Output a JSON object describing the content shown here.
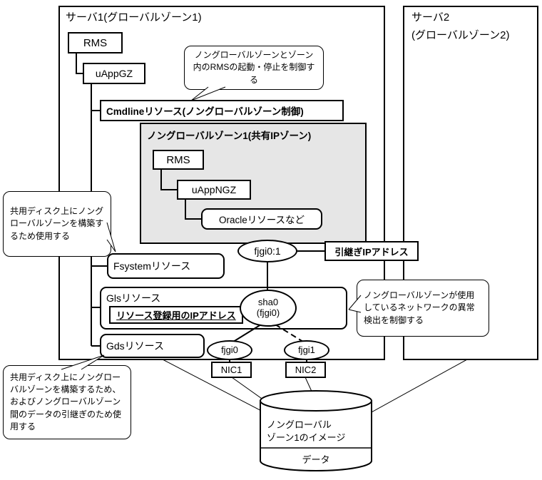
{
  "server1": {
    "title": "サーバ1(グローバルゾーン1)",
    "rms_label": "RMS",
    "uappgz_label": "uAppGZ",
    "cmdline_label": "Cmdlineリソース(ノングローバルゾーン制御)",
    "fsystem_label": "Fsystemリソース",
    "gls_label": "Glsリソース",
    "gls_ip_label": "リソース登録用のIPアドレス",
    "gds_label": "Gdsリソース"
  },
  "nonglobal_zone": {
    "title": "ノングローバルゾーン1(共有IPゾーン)",
    "rms_label": "RMS",
    "uappngz_label": "uAppNGZ",
    "oracle_label": "Oracleリソースなど"
  },
  "server2": {
    "title_line1": "サーバ2",
    "title_line2": "(グローバルゾーン2)"
  },
  "network": {
    "virtual_if_label": "fjgi0:1",
    "takeover_ip_label": "引継ぎIPアドレス",
    "sha0_label": "sha0",
    "sha0_sub_label": "(fjgi0)",
    "fjgi0_label": "fjgi0",
    "fjgi1_label": "fjgi1",
    "nic1_label": "NIC1",
    "nic2_label": "NIC2"
  },
  "callouts": {
    "cmdline_note": "ノングローバルゾーンとゾーン内のRMSの起動・停止を制御する",
    "fsystem_note": "共用ディスク上にノングローバルゾーンを構築するため使用する",
    "gls_note": "ノングローバルゾーンが使用しているネットワークの異常検出を制御する",
    "gds_note": "共用ディスク上にノングローバルゾーンを構築するため、およびノングローバルゾーン間のデータの引継ぎのため使用する"
  },
  "storage": {
    "image_label_line1": "ノングローバル",
    "image_label_line2": "ゾーン1のイメージ",
    "data_label": "データ"
  },
  "colors": {
    "zone_fill": "#e6e6e6",
    "line": "#000000",
    "background": "#ffffff"
  }
}
